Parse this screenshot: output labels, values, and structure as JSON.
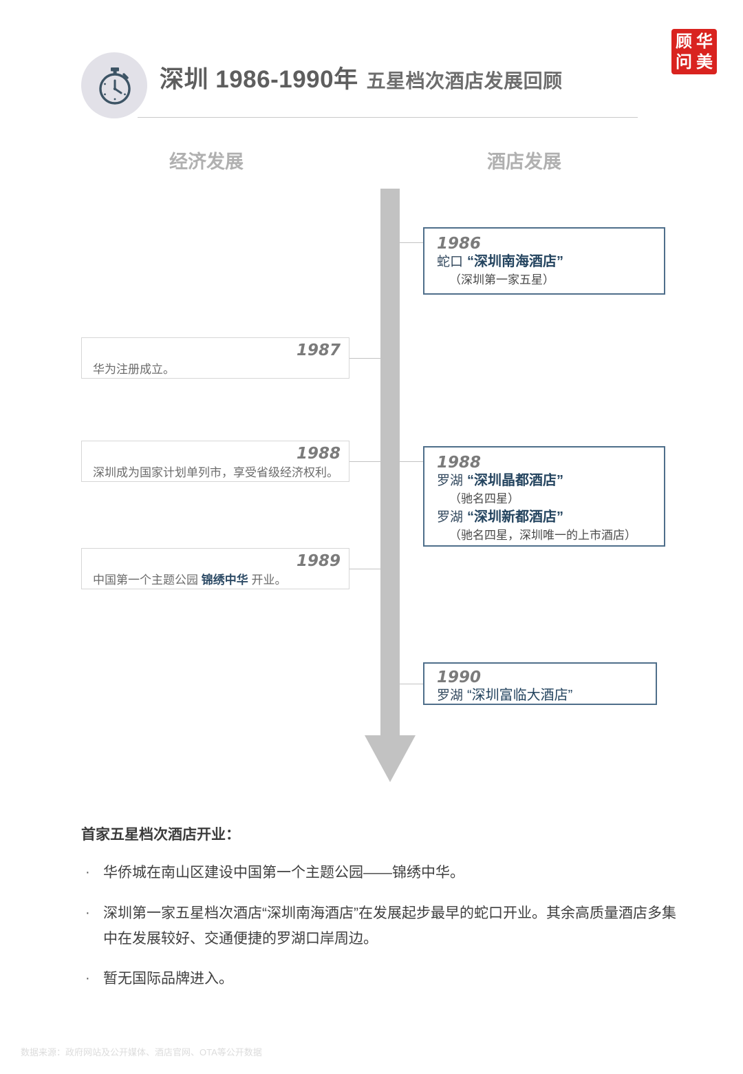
{
  "header": {
    "icon": "stopwatch-icon",
    "title_main": "深圳 1986-1990年",
    "title_sub": "五星档次酒店发展回顾",
    "logo": {
      "name": "huamei-consulting-seal-logo",
      "chars": [
        "华",
        "美",
        "顾",
        "问"
      ],
      "color": "#d9231f"
    }
  },
  "columns": {
    "economy": "经济发展",
    "hotel": "酒店发展"
  },
  "theme": {
    "hotel_card_border": "#4e6e8a",
    "economy_card_border": "#d6d6d6",
    "arrow_color": "#c2c2c2",
    "accent_blue": "#24445f"
  },
  "timeline": {
    "economy_events": [
      {
        "year": "1987",
        "text_before": "华为注册成立。",
        "emphasis": "",
        "text_after": ""
      },
      {
        "year": "1988",
        "text_before": "深圳成为国家计划单列市，享受省级经济权利。",
        "emphasis": "",
        "text_after": ""
      },
      {
        "year": "1989",
        "text_before": "中国第一个主题公园 ",
        "emphasis": "锦绣中华",
        "text_after": " 开业。"
      }
    ],
    "hotel_events": [
      {
        "year": "1986",
        "lines": [
          {
            "district": "蛇口",
            "hotel": "“深圳南海酒店”",
            "bold": true
          },
          {
            "note": "（深圳第一家五星）"
          }
        ]
      },
      {
        "year": "1988",
        "lines": [
          {
            "district": "罗湖",
            "hotel": "“深圳晶都酒店”",
            "bold": true
          },
          {
            "note": "（驰名四星）"
          },
          {
            "district": "罗湖",
            "hotel": "“深圳新都酒店”",
            "bold": true
          },
          {
            "note": "（驰名四星，深圳唯一的上市酒店）"
          }
        ]
      },
      {
        "year": "1990",
        "lines": [
          {
            "district": "罗湖",
            "hotel": "“深圳富临大酒店”",
            "bold": false
          }
        ]
      }
    ]
  },
  "notes": {
    "heading": "首家五星档次酒店开业：",
    "bullet_glyph": "·",
    "items": [
      "华侨城在南山区建设中国第一个主题公园——锦绣中华。",
      "深圳第一家五星档次酒店“深圳南海酒店”在发展起步最早的蛇口开业。其余高质量酒店多集中在发展较好、交通便捷的罗湖口岸周边。",
      "暂无国际品牌进入。"
    ]
  },
  "footer": {
    "source": "数据来源：政府网站及公开媒体、酒店官网、OTA等公开数据"
  }
}
